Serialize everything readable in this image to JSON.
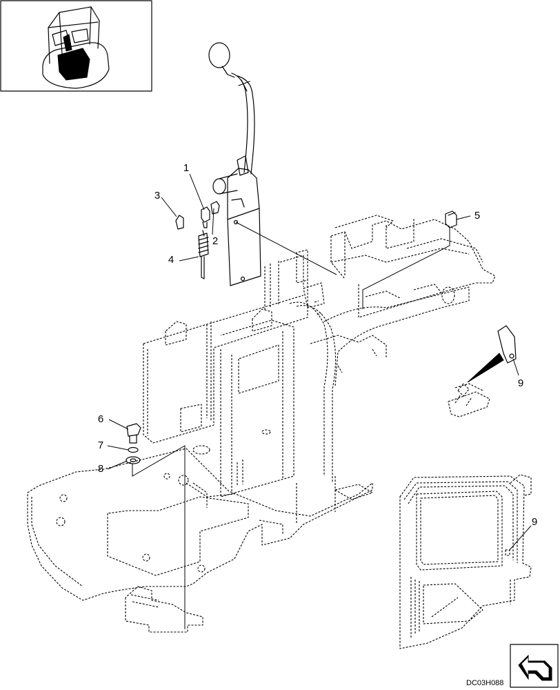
{
  "drawing_code": "DC03H088",
  "callouts": [
    {
      "id": "c1",
      "label": "1"
    },
    {
      "id": "c2",
      "label": "2"
    },
    {
      "id": "c3",
      "label": "3"
    },
    {
      "id": "c4",
      "label": "4"
    },
    {
      "id": "c5",
      "label": "5"
    },
    {
      "id": "c6",
      "label": "6"
    },
    {
      "id": "c7",
      "label": "7"
    },
    {
      "id": "c8",
      "label": "8"
    },
    {
      "id": "c9a",
      "label": "9"
    },
    {
      "id": "c9b",
      "label": "9"
    }
  ],
  "icons": [
    "machine-thumbnail-icon",
    "direction-arrow-icon"
  ]
}
